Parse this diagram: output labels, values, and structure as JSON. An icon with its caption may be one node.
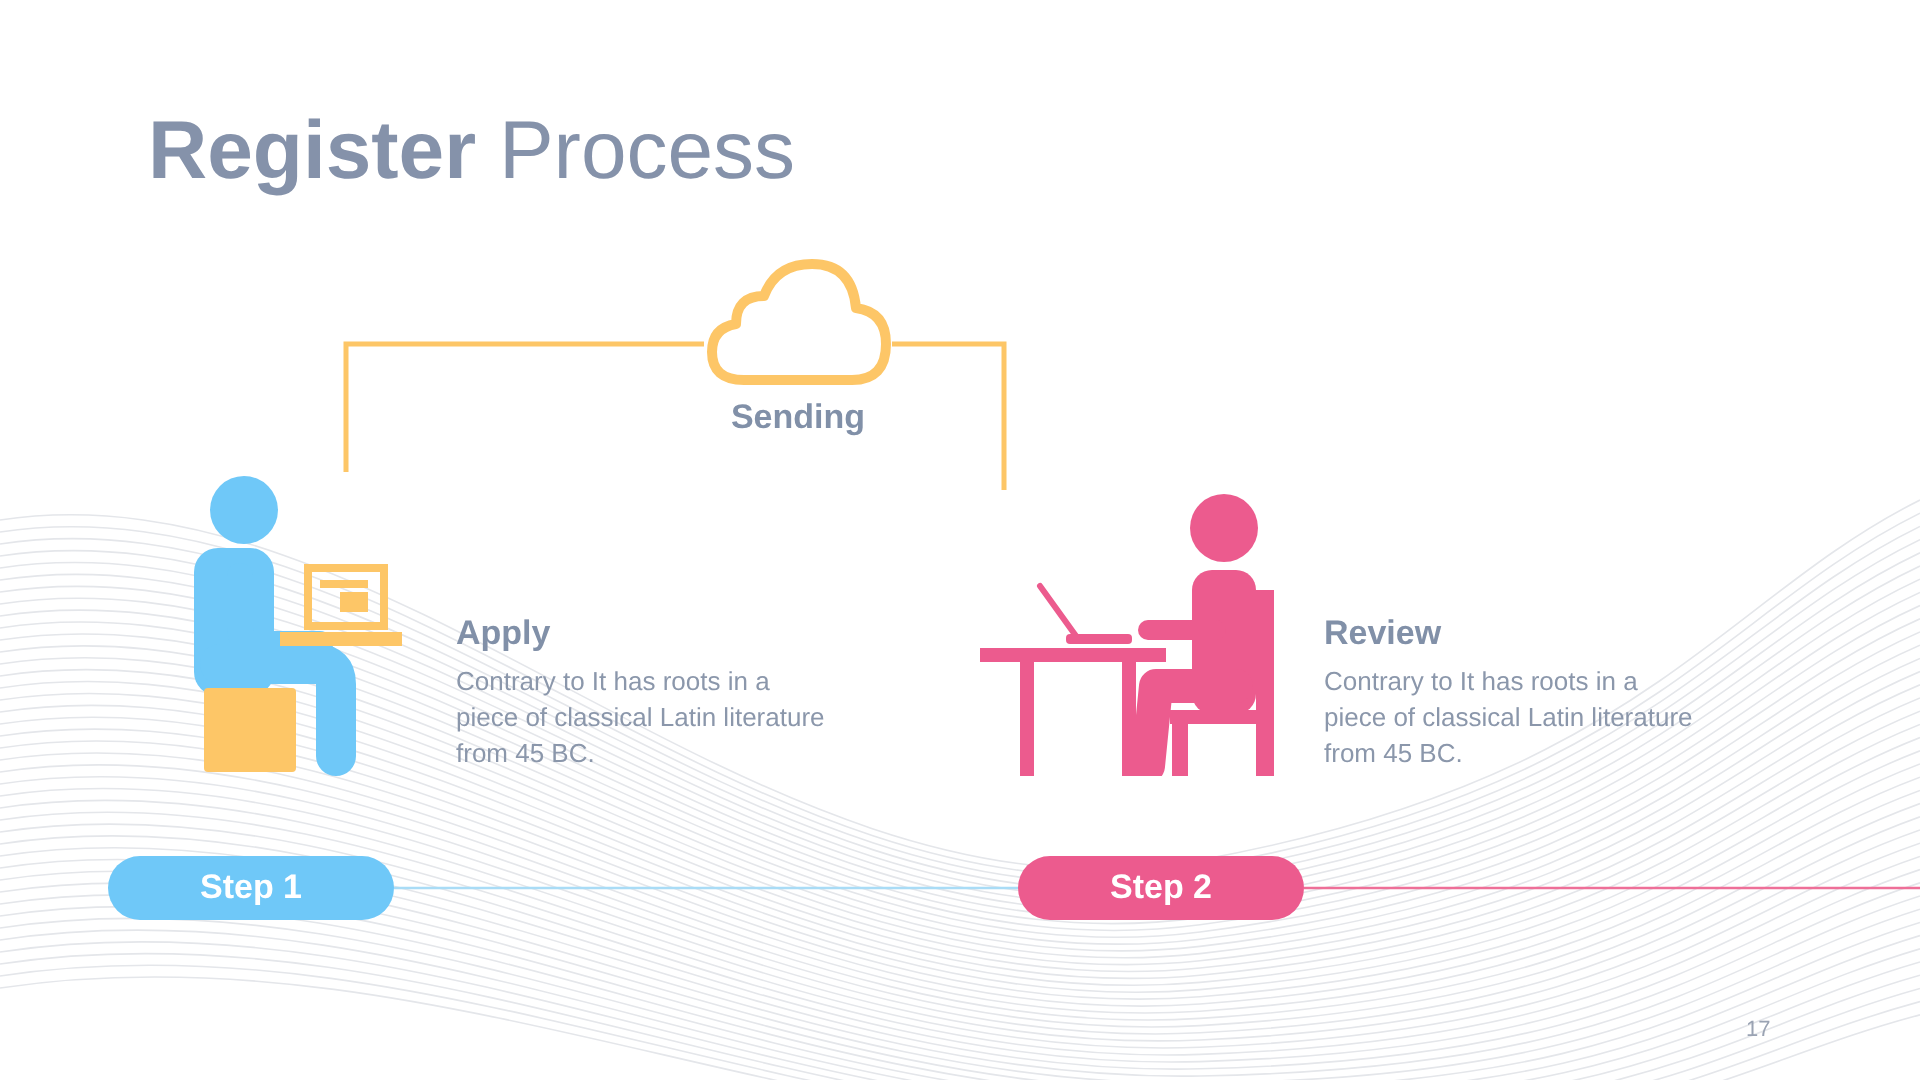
{
  "diagram": {
    "title": "**Register** Process",
    "nodes": [
      {
        "text": [],
        "shape": "cloud",
        "beside": [
          "Sending"
        ]
      },
      {
        "text": [],
        "shape": "picture"
      },
      {
        "text": [],
        "shape": "picture"
      },
      {
        "text": [
          "Step 1"
        ]
      },
      {
        "text": [
          "Step 2"
        ]
      }
    ],
    "edges": [
      {
        "from": 1,
        "to": 0,
        "arrow": "none"
      },
      {
        "from": 0,
        "to": 2,
        "arrow": "none"
      },
      {
        "from": 3,
        "to": 4,
        "arrow": "none",
        "color": "#a9dcf6"
      },
      {
        "from": 4,
        "to": null,
        "arrow": "none",
        "color": "#ee6f98"
      }
    ],
    "labels": [
      "Apply",
      "Contrary to It has roots in a piece of classical Latin literature from 45 BC.",
      "Review",
      "Contrary to It has roots in a piece of classical Latin literature from 45 BC.",
      "17"
    ]
  }
}
